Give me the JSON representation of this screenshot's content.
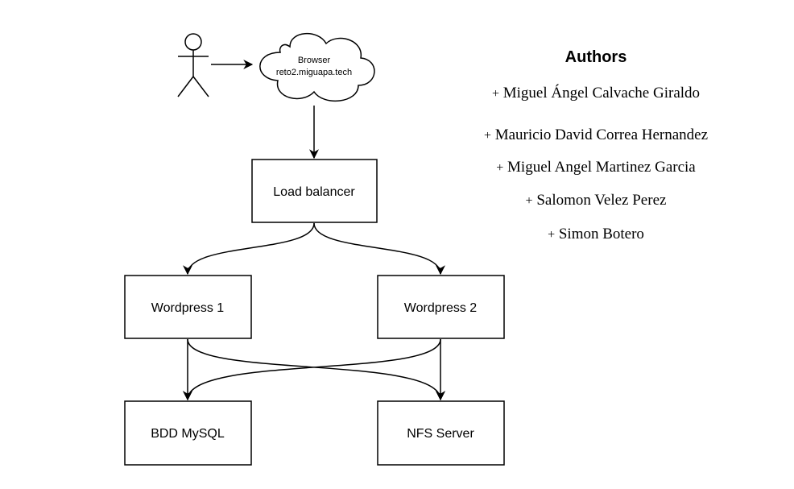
{
  "diagram": {
    "cloud": {
      "line1": "Browser",
      "line2": "reto2.miguapa.tech"
    },
    "load_balancer": "Load balancer",
    "wordpress_1": "Wordpress 1",
    "wordpress_2": "Wordpress 2",
    "database": "BDD MySQL",
    "nfs": "NFS Server"
  },
  "authors": {
    "title": "Authors",
    "list": [
      {
        "plus": "+",
        "name": "Miguel Ángel Calvache Giraldo"
      },
      {
        "plus": "+",
        "name": "Mauricio David Correa Hernandez"
      },
      {
        "plus": "+",
        "name": "Miguel Angel Martinez Garcia"
      },
      {
        "plus": "+",
        "name": "Salomon Velez Perez"
      },
      {
        "plus": "+",
        "name": "Simon Botero"
      }
    ]
  }
}
